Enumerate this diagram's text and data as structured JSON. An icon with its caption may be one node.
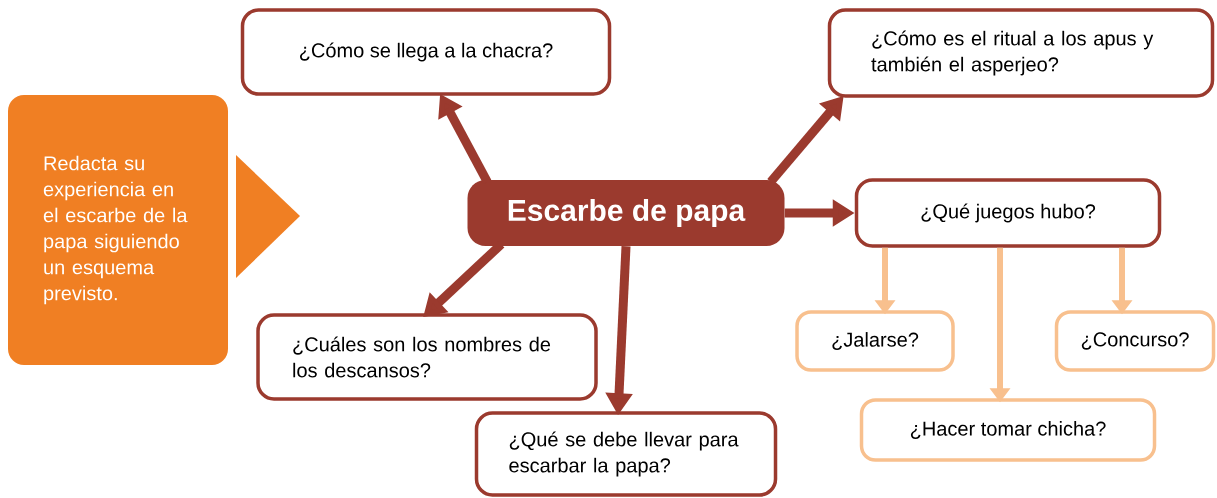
{
  "diagram": {
    "nodes": [
      {
        "text": [
          "Redacta su experiencia en el escarbe de la papa siguiendo un esquema previsto."
        ]
      },
      {
        "text": [
          "Escarbe de papa"
        ]
      },
      {
        "text": [
          "¿Cómo se llega a la chacra?"
        ]
      },
      {
        "text": [
          "¿Cómo es el ritual a los apus y también el asperjeo?"
        ]
      },
      {
        "text": [
          "¿Qué juegos hubo?"
        ]
      },
      {
        "text": [
          "¿Cuáles son los nombres de los descansos?"
        ]
      },
      {
        "text": [
          "¿Qué se debe llevar para escarbar la papa?"
        ]
      },
      {
        "text": [
          "¿Jalarse?"
        ]
      },
      {
        "text": [
          "¿Concurso?"
        ]
      },
      {
        "text": [
          "¿Hacer tomar chicha?"
        ]
      }
    ],
    "edges": [
      {
        "from": 1,
        "to": 2,
        "arrow": "to"
      },
      {
        "from": 1,
        "to": 3,
        "arrow": "to"
      },
      {
        "from": 1,
        "to": 4,
        "arrow": "to"
      },
      {
        "from": 1,
        "to": 5,
        "arrow": "to"
      },
      {
        "from": 1,
        "to": 6,
        "arrow": "to"
      },
      {
        "from": 4,
        "to": 7,
        "arrow": "to",
        "color": "#f8c08e"
      },
      {
        "from": 4,
        "to": 9,
        "arrow": "to",
        "color": "#f8c08e"
      },
      {
        "from": 4,
        "to": 8,
        "arrow": "to",
        "color": "#f8c08e"
      }
    ]
  }
}
